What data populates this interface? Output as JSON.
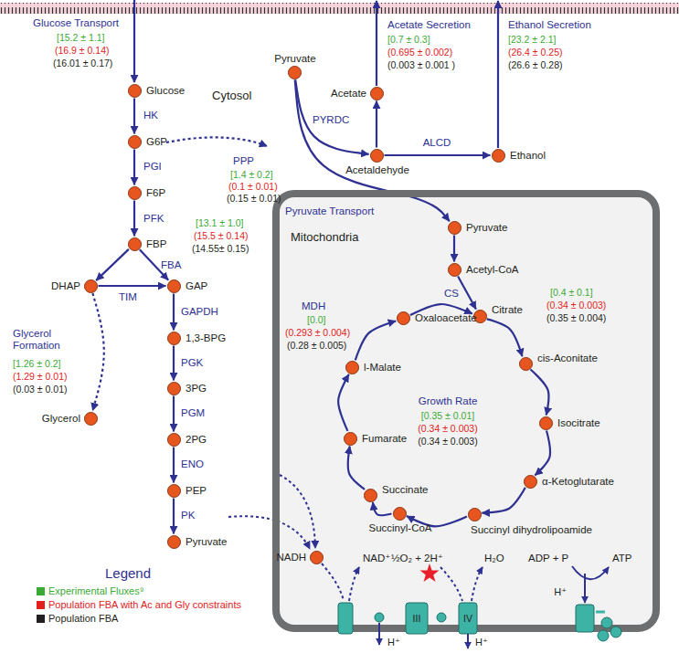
{
  "diagram": {
    "nodes": [
      {
        "text": [
          "Glucose"
        ]
      },
      {
        "text": [
          "G6P"
        ]
      },
      {
        "text": [
          "F6P"
        ]
      },
      {
        "text": [
          "FBP"
        ]
      },
      {
        "text": [
          "DHAP"
        ]
      },
      {
        "text": [
          "GAP"
        ]
      },
      {
        "text": [
          "Glycerol"
        ]
      },
      {
        "text": [
          "1,3-BPG"
        ]
      },
      {
        "text": [
          "3PG"
        ]
      },
      {
        "text": [
          "2PG"
        ]
      },
      {
        "text": [
          "PEP"
        ]
      },
      {
        "text": [
          "Pyruvate"
        ]
      },
      {
        "text": [
          "Pyruvate"
        ]
      },
      {
        "text": [
          "Acetate"
        ]
      },
      {
        "text": [
          "Acetaldehyde"
        ]
      },
      {
        "text": [
          "Ethanol"
        ]
      },
      {
        "text": [
          "Mitochondria"
        ]
      },
      {
        "text": [
          "Pyruvate"
        ],
        "in": 16
      },
      {
        "text": [
          "Acetyl-CoA"
        ],
        "in": 16
      },
      {
        "text": [
          "Citrate"
        ],
        "in": 16
      },
      {
        "text": [
          "cis-Aconitate"
        ],
        "in": 16
      },
      {
        "text": [
          "Isocitrate"
        ],
        "in": 16
      },
      {
        "text": [
          "α-Ketoglutarate"
        ],
        "in": 16
      },
      {
        "text": [
          "Succinyl dihydrolipoamide"
        ],
        "in": 16
      },
      {
        "text": [
          "Succinyl-CoA"
        ],
        "in": 16
      },
      {
        "text": [
          "Succinate"
        ],
        "in": 16
      },
      {
        "text": [
          "Fumarate"
        ],
        "in": 16
      },
      {
        "text": [
          "l-Malate"
        ],
        "in": 16
      },
      {
        "text": [
          "Oxaloacetate"
        ],
        "in": 16
      },
      {
        "text": [
          "NADH"
        ],
        "in": 16
      }
    ],
    "edges": [
      {
        "from": 0,
        "to": 1,
        "arrow": "to",
        "label": "HK"
      },
      {
        "from": 1,
        "to": 2,
        "arrow": "to",
        "label": "PGI"
      },
      {
        "from": 2,
        "to": 3,
        "arrow": "to",
        "label": "PFK"
      },
      {
        "from": 3,
        "to": 4,
        "arrow": "to"
      },
      {
        "from": 3,
        "to": 5,
        "arrow": "to",
        "label": "FBA"
      },
      {
        "from": 4,
        "to": 5,
        "arrow": "to",
        "label": "TIM"
      },
      {
        "from": 4,
        "to": 6,
        "arrow": "to"
      },
      {
        "from": 5,
        "to": 7,
        "arrow": "to",
        "label": "GAPDH"
      },
      {
        "from": 7,
        "to": 8,
        "arrow": "to",
        "label": "PGK"
      },
      {
        "from": 8,
        "to": 9,
        "arrow": "to",
        "label": "PGM"
      },
      {
        "from": 9,
        "to": 10,
        "arrow": "to",
        "label": "ENO"
      },
      {
        "from": 10,
        "to": 11,
        "arrow": "to",
        "label": "PK"
      },
      {
        "from": 12,
        "to": 14,
        "arrow": "to",
        "label": "PYRDC"
      },
      {
        "from": 12,
        "to": 17,
        "arrow": "to",
        "label": "Pyruvate Transport"
      },
      {
        "from": 14,
        "to": 13,
        "arrow": "to"
      },
      {
        "from": 14,
        "to": 15,
        "arrow": "to",
        "label": "ALCD"
      },
      {
        "from": 17,
        "to": 18,
        "arrow": "to"
      },
      {
        "from": 18,
        "to": 19,
        "arrow": "to",
        "label": "CS"
      },
      {
        "from": 19,
        "to": 20,
        "arrow": "to"
      },
      {
        "from": 20,
        "to": 21,
        "arrow": "to"
      },
      {
        "from": 21,
        "to": 22,
        "arrow": "to"
      },
      {
        "from": 22,
        "to": 23,
        "arrow": "to"
      },
      {
        "from": 23,
        "to": 24,
        "arrow": "to"
      },
      {
        "from": 24,
        "to": 25,
        "arrow": "to"
      },
      {
        "from": 25,
        "to": 26,
        "arrow": "to"
      },
      {
        "from": 26,
        "to": 27,
        "arrow": "to"
      },
      {
        "from": 27,
        "to": 28,
        "arrow": "to"
      },
      {
        "from": 28,
        "to": 19,
        "arrow": "to"
      }
    ],
    "labels": [
      "Cytosol",
      "Glucose Transport",
      "[15.2 ± 1.1]",
      "(16.9 ± 0.14)",
      "(16.01 ± 0.17)",
      "PPP",
      "[1.4 ± 0.2]",
      "(0.1 ± 0.01)",
      "(0.15 ± 0.01)",
      "[13.1 ± 1.0]",
      "(15.5 ± 0.14)",
      "(14.55± 0.15)",
      "Glycerol Formation",
      "[1.26 ± 0.2]",
      "(1.29 ± 0.01)",
      "(0.03 ± 0.01)",
      "Acetate Secretion",
      "[0.7 ± 0.3]",
      "(0.695 ± 0.002)",
      "(0.003 ± 0.001 )",
      "Ethanol Secretion",
      "[23.2 ± 2.1]",
      "(26.4 ± 0.25)",
      "(26.6 ± 0.28)",
      "MDH",
      "[0.0]",
      "(0.293 ± 0.004)",
      "(0.28 ± 0.005)",
      "[0.4 ± 0.1]",
      "(0.34 ± 0.003)",
      "(0.35 ± 0.004)",
      "Growth Rate",
      "[0.35 ± 0.01]",
      "(0.34 ± 0.003)",
      "(0.34 ± 0.003)",
      "NAD⁺",
      "½O₂ + 2H⁺",
      "H₂O",
      "ADP + P",
      "ATP",
      "III",
      "IV",
      "H⁺",
      "H⁺",
      "H⁺",
      "Legend"
    ],
    "legend": [
      {
        "text": "Experimental Fluxes⁹",
        "color": "#3aaa35"
      },
      {
        "text": "Population FBA with Ac and Gly constraints",
        "color": "#e2211c"
      },
      {
        "text": "Population FBA",
        "color": "#231f20"
      }
    ]
  }
}
